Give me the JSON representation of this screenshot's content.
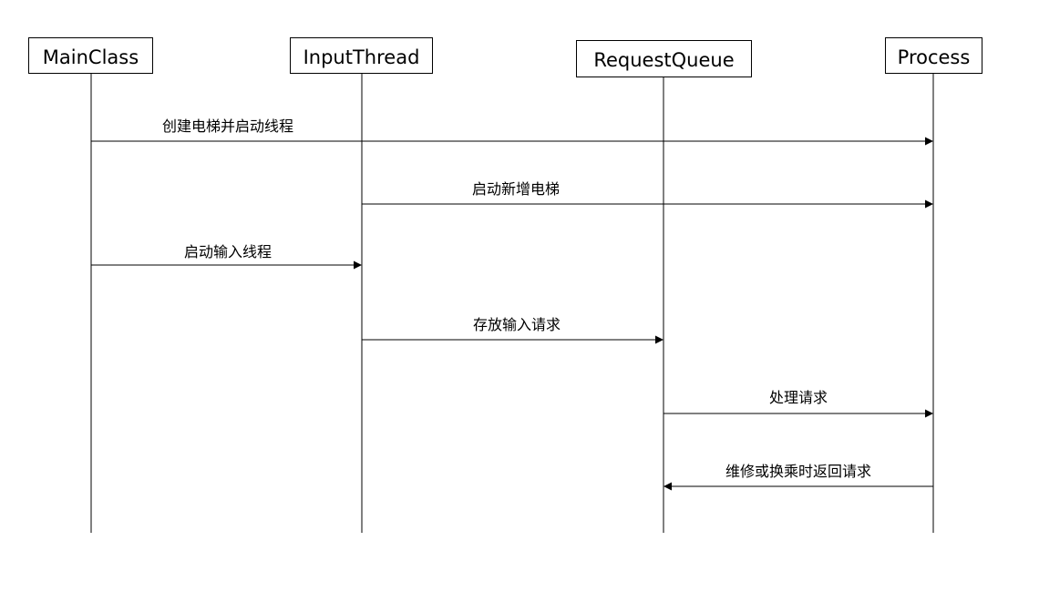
{
  "participants": [
    {
      "id": "main",
      "label": "MainClass"
    },
    {
      "id": "input",
      "label": "InputThread"
    },
    {
      "id": "queue",
      "label": "RequestQueue"
    },
    {
      "id": "process",
      "label": "Process"
    }
  ],
  "messages": [
    {
      "from": "main",
      "to": "process",
      "label": "创建电梯并启动线程"
    },
    {
      "from": "input",
      "to": "process",
      "label": "启动新增电梯"
    },
    {
      "from": "main",
      "to": "input",
      "label": "启动输入线程"
    },
    {
      "from": "input",
      "to": "queue",
      "label": "存放输入请求"
    },
    {
      "from": "queue",
      "to": "process",
      "label": "处理请求"
    },
    {
      "from": "process",
      "to": "queue",
      "label": "维修或换乘时返回请求"
    }
  ]
}
